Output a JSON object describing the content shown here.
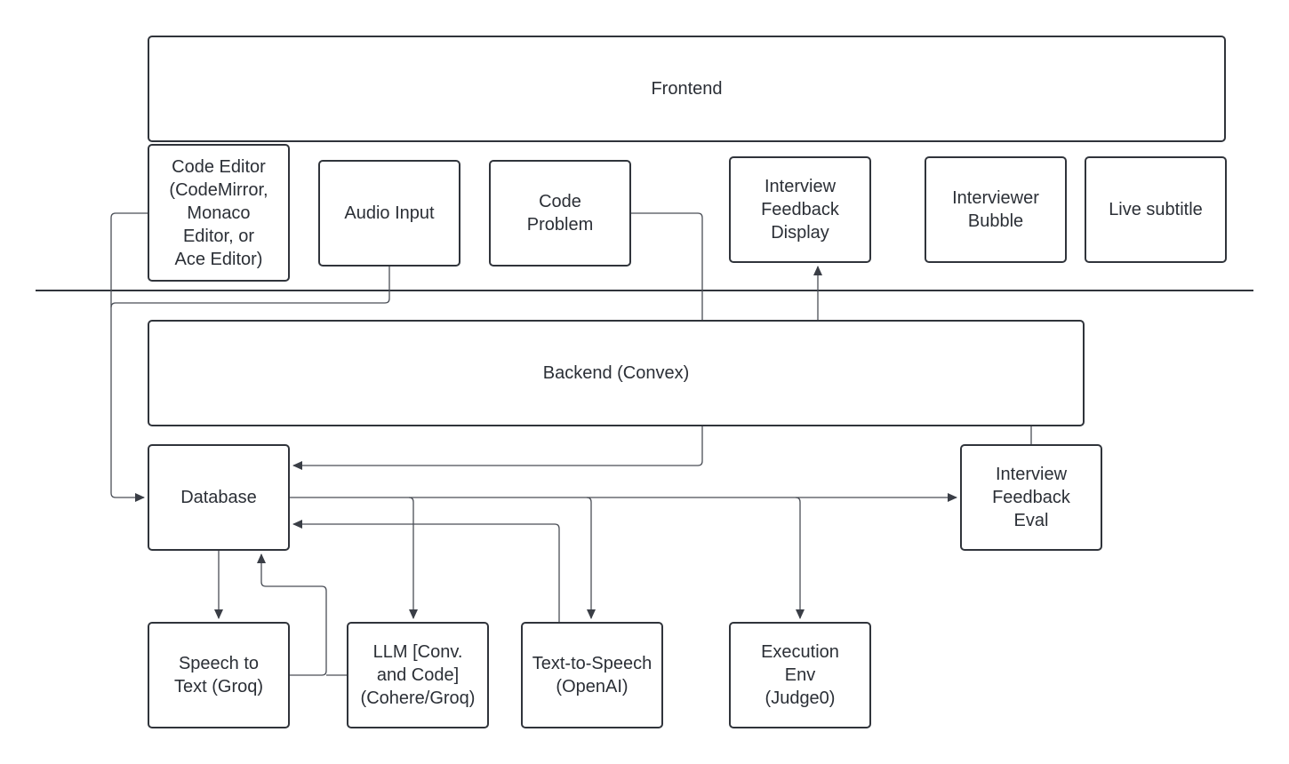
{
  "diagram": {
    "frontend": {
      "label": "Frontend"
    },
    "backend": {
      "label": "Backend (Convex)"
    },
    "code_editor": {
      "label": "Code Editor\n(CodeMirror,\nMonaco\nEditor, or\nAce Editor)"
    },
    "audio_input": {
      "label": "Audio Input"
    },
    "code_problem": {
      "label": "Code\nProblem"
    },
    "feedback_display": {
      "label": "Interview\nFeedback\nDisplay"
    },
    "interviewer_bubble": {
      "label": "Interviewer\nBubble"
    },
    "live_subtitle": {
      "label": "Live subtitle"
    },
    "database": {
      "label": "Database"
    },
    "feedback_eval": {
      "label": "Interview\nFeedback\nEval"
    },
    "speech_to_text": {
      "label": "Speech to\nText (Groq)"
    },
    "llm": {
      "label": "LLM [Conv.\nand Code]\n(Cohere/Groq)"
    },
    "tts": {
      "label": "Text-to-Speech\n(OpenAI)"
    },
    "execution_env": {
      "label": "Execution\nEnv\n(Judge0)"
    }
  },
  "colors": {
    "stroke": "#30343b",
    "text": "#2b2f36",
    "background": "#ffffff"
  }
}
